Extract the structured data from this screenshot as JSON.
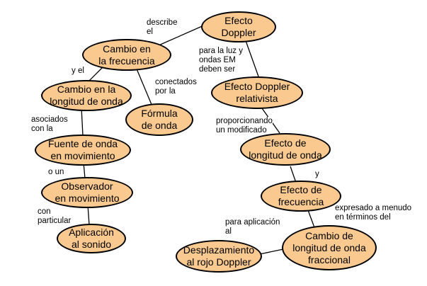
{
  "diagram": {
    "colors": {
      "node_fill": "#f9c98f",
      "node_border": "#000000",
      "edge": "#000000"
    },
    "nodes": {
      "efecto_doppler": "Efecto\nDoppler",
      "cambio_frecuencia": "Cambio en\nla frecuencia",
      "cambio_longitud": "Cambio en la\nlongitud de onda",
      "formula": "Fórmula\nde onda",
      "relativista": "Efecto Doppler\nrelativista",
      "fuente": "Fuente de onda\nen movimiento",
      "efecto_longitud": "Efecto de\nlongitud de onda",
      "observador": "Observador\nen movimiento",
      "efecto_frecuencia": "Efecto de\nfrecuencia",
      "aplicacion_sonido": "Aplicación\nal sonido",
      "cambio_fraccional": "Cambio de\nlongitud de onda\nfraccional",
      "desplazamiento": "Desplazamiento\nal rojo Doppler"
    },
    "links": {
      "describe": "describe\nel",
      "para_luz": "para la luz y\nondas EM\ndeben ser",
      "y_el": "y el",
      "conectados": "conectados\npor la",
      "asociados": "asociados\ncon la",
      "proporcionando": "proporcionando\nun modificado",
      "o_un": "o un",
      "y": "y",
      "con_particular": "con\nparticular",
      "expresado": "expresado a menudo\nen términos del",
      "para_aplicacion": "para aplicación\nal"
    }
  }
}
